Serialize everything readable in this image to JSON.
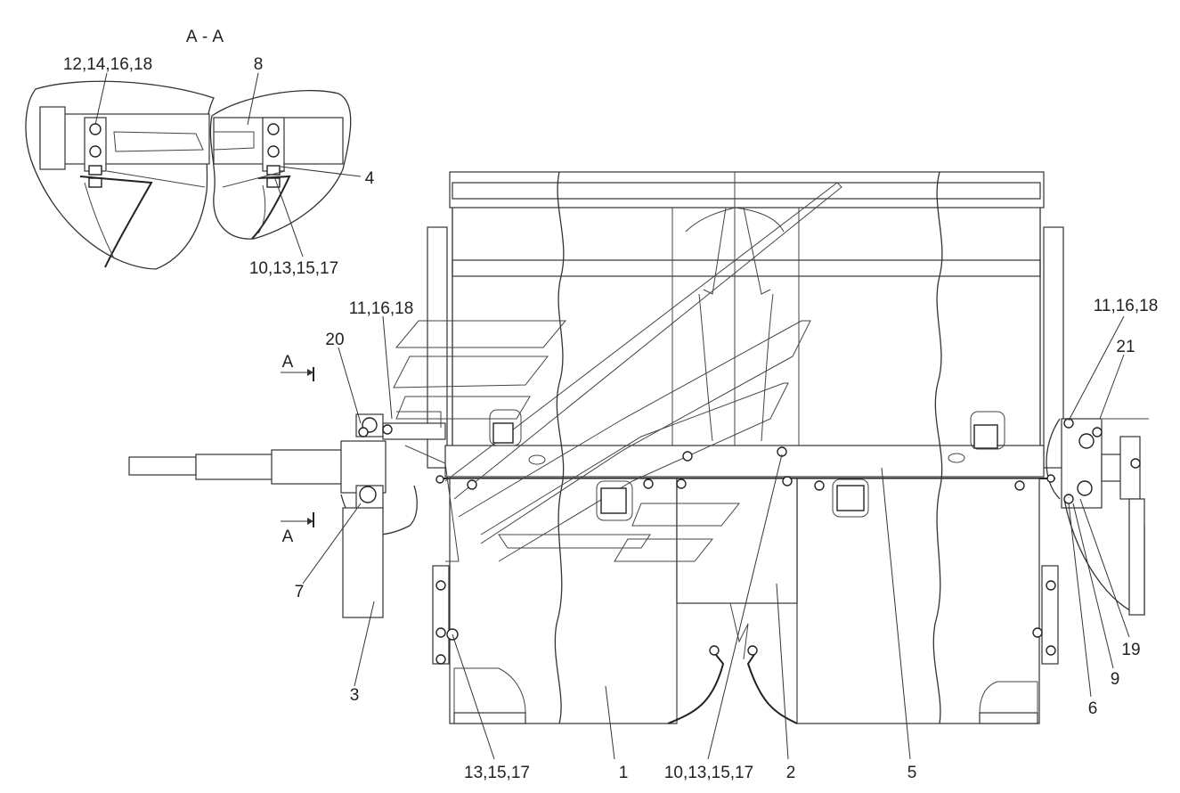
{
  "section": {
    "title": "А - А",
    "marker_letter": "A"
  },
  "callouts": {
    "c_12_14_16_18": "12,14,16,18",
    "c_8": "8",
    "c_4": "4",
    "c_10_13_15_17_top": "10,13,15,17",
    "c_11_16_18_left": "11,16,18",
    "c_20": "20",
    "c_7": "7",
    "c_3": "3",
    "c_13_15_17": "13,15,17",
    "c_1": "1",
    "c_10_13_15_17_bottom": "10,13,15,17",
    "c_2": "2",
    "c_5": "5",
    "c_11_16_18_right": "11,16,18",
    "c_21": "21",
    "c_19": "19",
    "c_9": "9",
    "c_6": "6"
  }
}
